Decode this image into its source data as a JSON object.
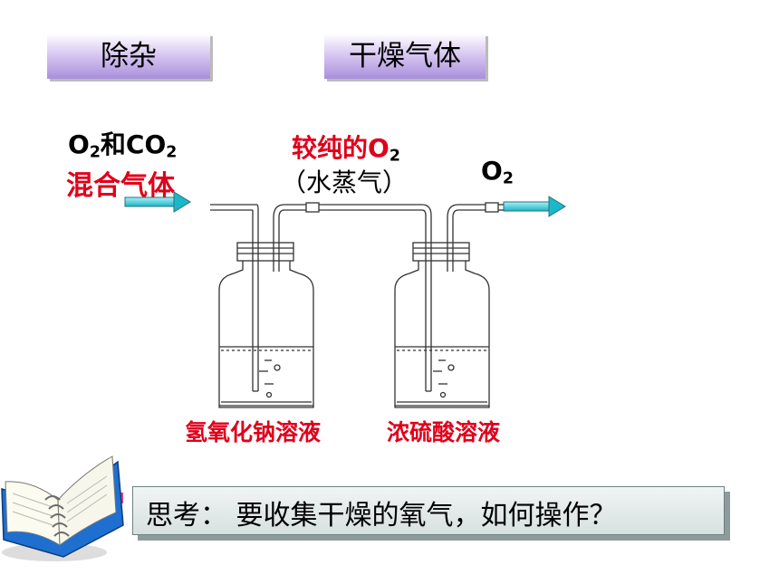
{
  "headers": {
    "left": "除杂",
    "right": "干燥气体"
  },
  "inlet": {
    "formula_o": "O",
    "sub1": "2",
    "and": "和CO",
    "sub2": "2",
    "mixture": "混合气体"
  },
  "middle": {
    "label": "较纯的O",
    "sub": "2",
    "note": "（水蒸气）"
  },
  "outlet": {
    "formula": "O",
    "sub": "2"
  },
  "bottles": {
    "left": "氢氧化钠溶液",
    "right": "浓硫酸溶液"
  },
  "question": "思考： 要收集干燥的氧气，如何操作？",
  "colors": {
    "red": "#e0001b",
    "arrow": "#26c6d6",
    "box": "#a98fdc"
  },
  "icons": {
    "book": "open-book-icon"
  }
}
